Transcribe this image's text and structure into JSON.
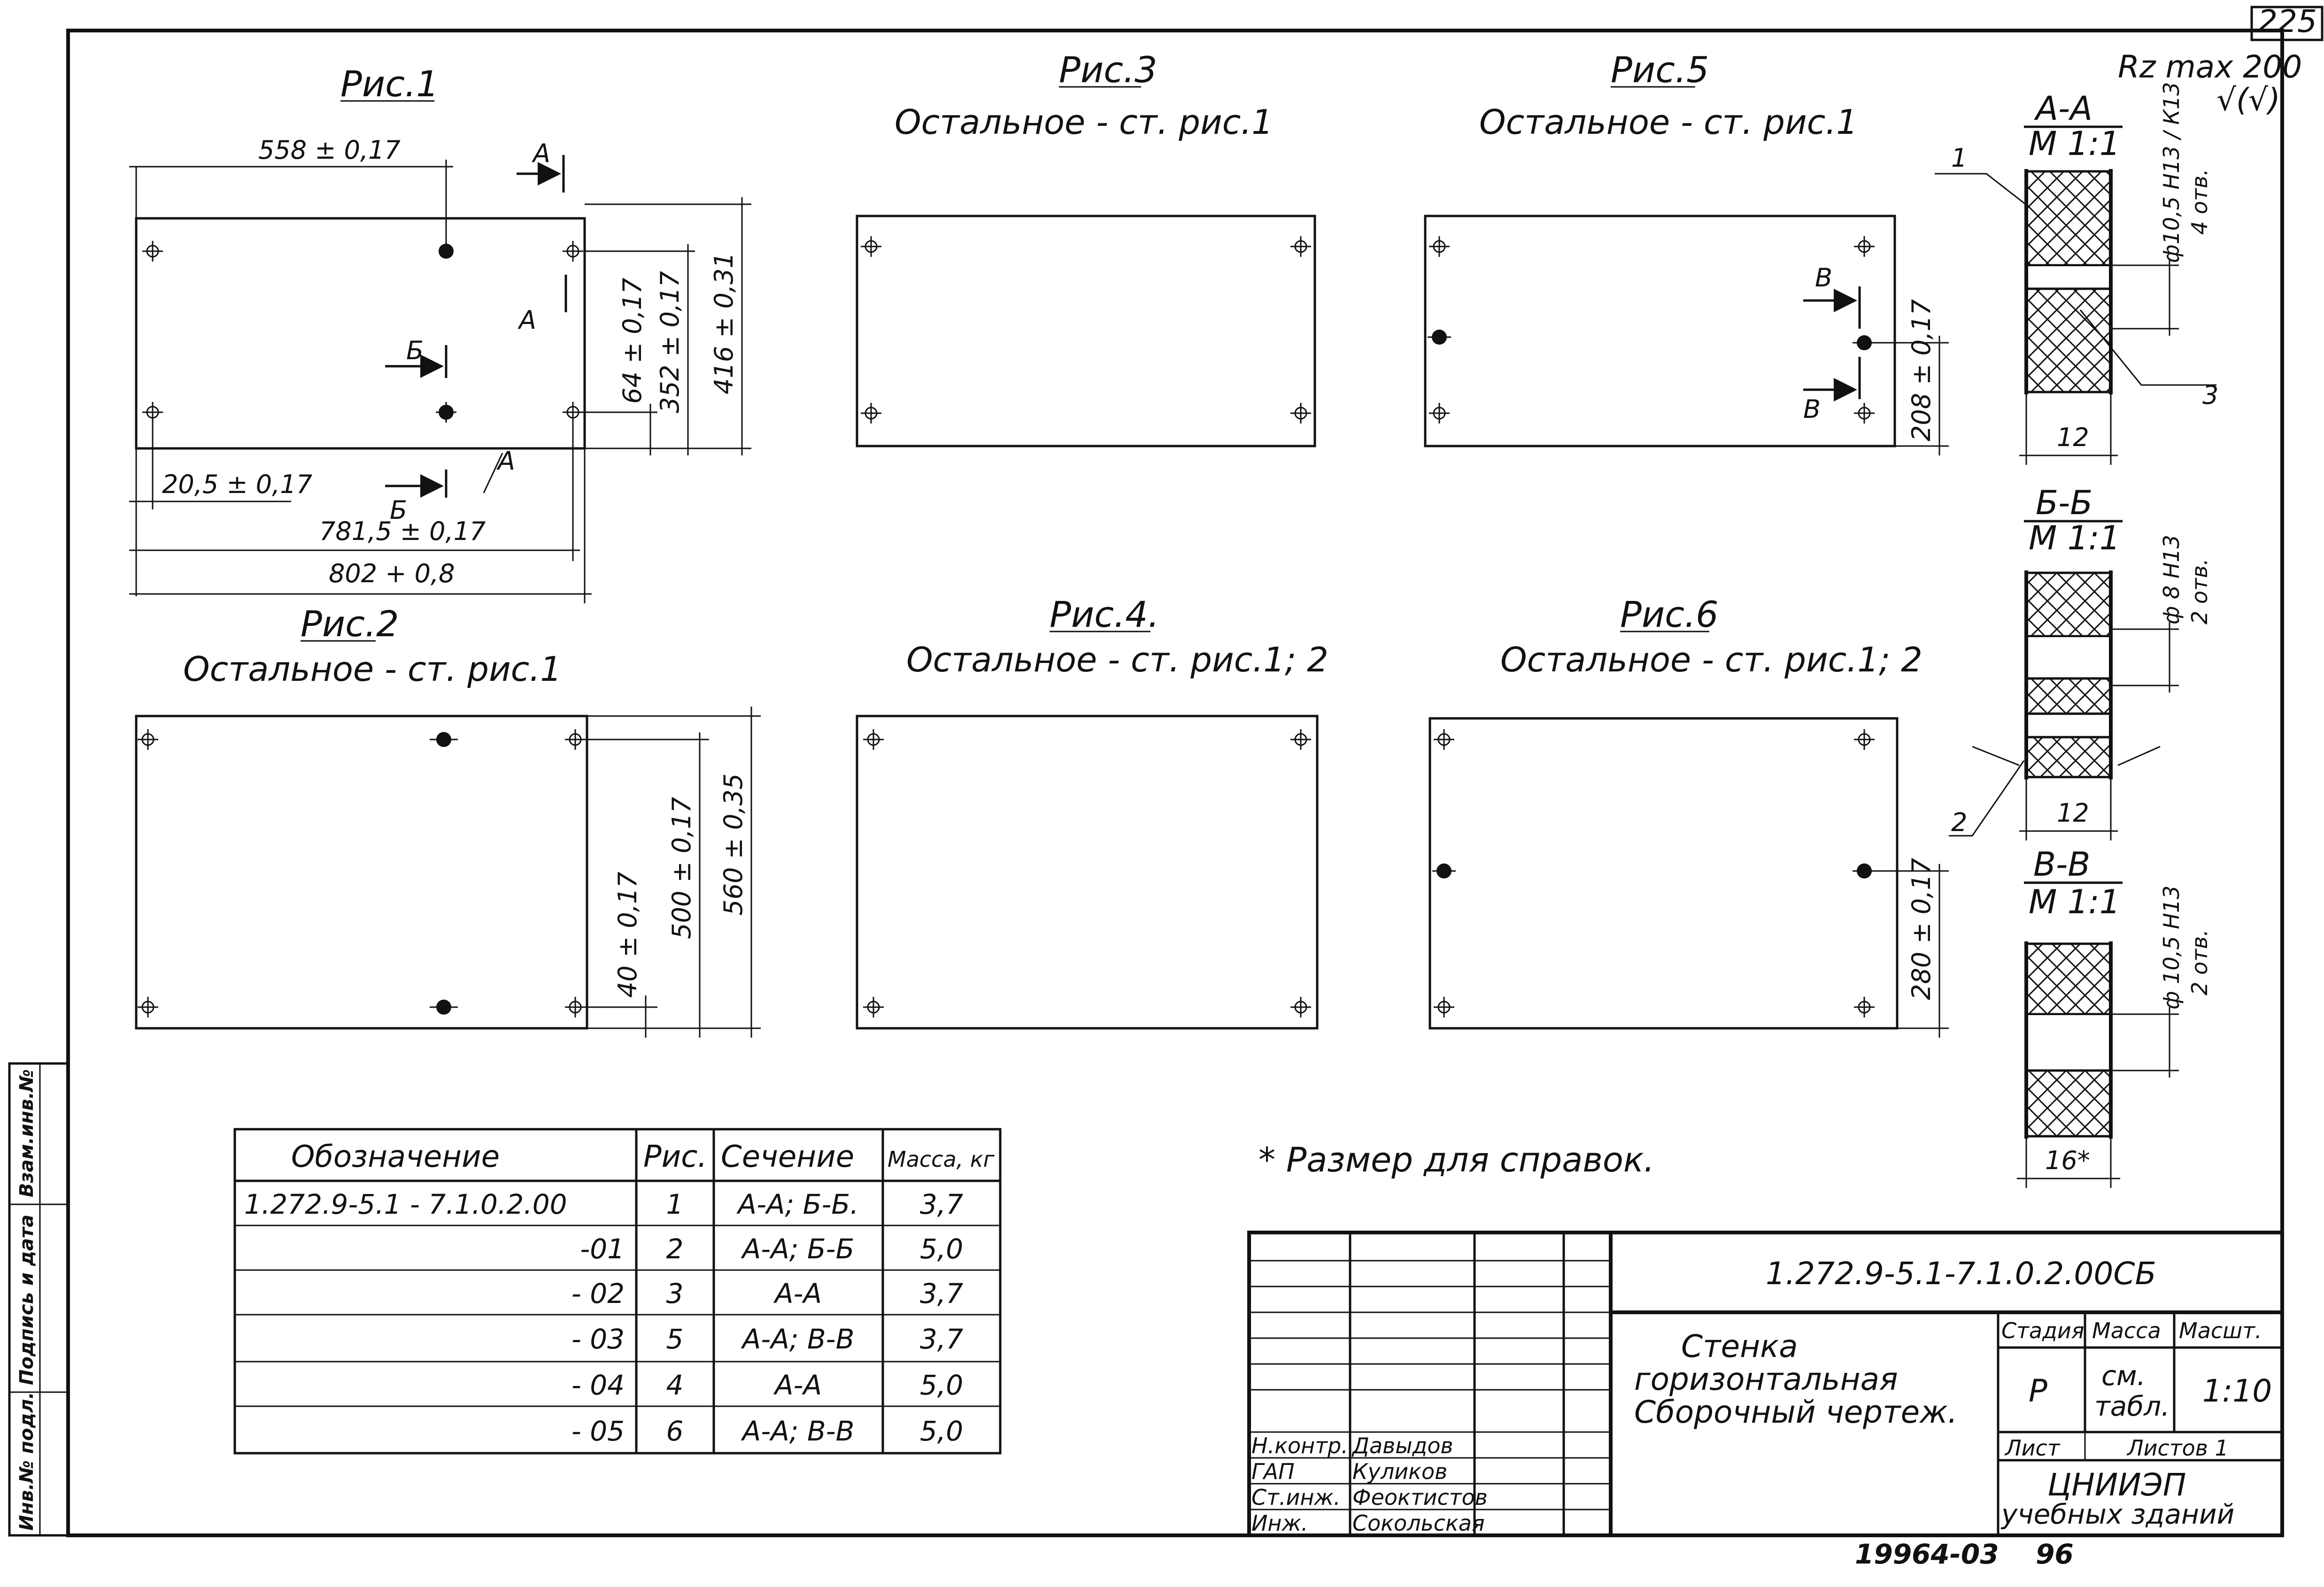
{
  "page_number": "225",
  "roughness_mark": "Rz max 200",
  "roughness_symbol": "√(√)",
  "figures": {
    "fig1": {
      "title": "Рис.1"
    },
    "fig2": {
      "title": "Рис.2",
      "note": "Остальное - ст. рис.1"
    },
    "fig3": {
      "title": "Рис.3",
      "note": "Остальное - ст. рис.1"
    },
    "fig4": {
      "title": "Рис.4.",
      "note": "Остальное - ст. рис.1; 2"
    },
    "fig5": {
      "title": "Рис.5",
      "note": "Остальное - ст. рис.1"
    },
    "fig6": {
      "title": "Рис.6",
      "note": "Остальное - ст. рис.1; 2"
    }
  },
  "dimensions": {
    "d558": "558 ± 0,17",
    "d20_5": "20,5 ± 0,17",
    "d781_5": "781,5 ± 0,17",
    "d802": "802 + 0,8",
    "d64": "64 ± 0,17",
    "d352": "352 ± 0,17",
    "d416": "416 ± 0,31",
    "d208": "208 ± 0,17",
    "d40": "40 ± 0,17",
    "d500": "500 ± 0,17",
    "d560": "560 ± 0,35",
    "d280": "280 ± 0,17"
  },
  "section_marks": {
    "a": "А",
    "b": "Б",
    "v": "В",
    "edge_a": "А"
  },
  "sections": {
    "aa": {
      "title": "А-А",
      "scale": "М 1:1",
      "hole": "ф10,5 Н13 / К13",
      "count": "4 отв.",
      "width": "12"
    },
    "bb": {
      "title": "Б-Б",
      "scale": "М 1:1",
      "hole": "ф 8 Н13",
      "count": "2 отв.",
      "width": "12"
    },
    "vv": {
      "title": "В-В",
      "scale": "М 1:1",
      "hole": "ф 10,5 Н13",
      "count": "2 отв.",
      "width": "16*"
    }
  },
  "callouts": [
    "1",
    "2",
    "3"
  ],
  "footnote": "* Размер для справок.",
  "table": {
    "headers": [
      "Обозначение",
      "Рис.",
      "Сечение",
      "Масса, кг"
    ],
    "rows": [
      [
        "1.272.9-5.1 - 7.1.0.2.00",
        "1",
        "А-А; Б-Б.",
        "3,7"
      ],
      [
        "-01",
        "2",
        "А-А; Б-Б",
        "5,0"
      ],
      [
        "- 02",
        "3",
        "А-А",
        "3,7"
      ],
      [
        "- 03",
        "5",
        "А-А; В-В",
        "3,7"
      ],
      [
        "- 04",
        "4",
        "А-А",
        "5,0"
      ],
      [
        "- 05",
        "6",
        "А-А; В-В",
        "5,0"
      ]
    ]
  },
  "title_block": {
    "doc_code": "1.272.9-5.1-7.1.0.2.00СБ",
    "name_lines": [
      "Стенка",
      "горизонтальная",
      "Сборочный чертеж."
    ],
    "stage_label": "Стадия",
    "mass_label": "Масса",
    "scale_label": "Масшт.",
    "stage": "Р",
    "mass_lines": [
      "см.",
      "табл."
    ],
    "scale": "1:10",
    "sheet_label": "Лист",
    "sheets_label": "Листов 1",
    "org_line1": "ЦНИИЭП",
    "org_line2": "учебных зданий",
    "signers": [
      {
        "role": "Н.контр.",
        "name": "Давыдов"
      },
      {
        "role": "ГАП",
        "name": "Куликов"
      },
      {
        "role": "Ст.инж.",
        "name": "Феоктистов"
      },
      {
        "role": "Инж.",
        "name": "Сокольская"
      }
    ]
  },
  "side_stamp": [
    "Инв.№ подл.",
    "Подпись и дата",
    "Взам.инв.№"
  ],
  "footer": {
    "code": "19964-03",
    "num": "96"
  }
}
